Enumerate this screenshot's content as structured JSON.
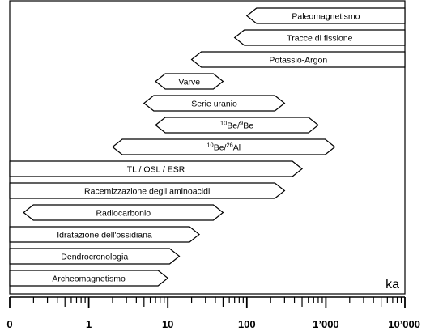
{
  "chart_data": {
    "type": "bar",
    "orientation": "horizontal",
    "x_scale": "log",
    "xlabel": "ka",
    "xlim": [
      0,
      10000
    ],
    "x_ticks": [
      "0",
      "1",
      "10",
      "100",
      "1’000",
      "10’000"
    ],
    "grid": false,
    "legend": "none",
    "series": [
      {
        "label": "Paleomagnetismo",
        "range_ka": [
          100,
          10000
        ],
        "left_end": "arrow",
        "right_end": "flat"
      },
      {
        "label": "Tracce di fissione",
        "range_ka": [
          70,
          10000
        ],
        "left_end": "arrow",
        "right_end": "flat"
      },
      {
        "label": "Potassio-Argon",
        "range_ka": [
          20,
          10000
        ],
        "left_end": "arrow",
        "right_end": "flat"
      },
      {
        "label": "Varve",
        "range_ka": [
          7,
          50
        ],
        "left_end": "arrow",
        "right_end": "arrow"
      },
      {
        "label": "Serie uranio",
        "range_ka": [
          5,
          300
        ],
        "left_end": "arrow",
        "right_end": "arrow"
      },
      {
        "label": "10Be/9Be",
        "label_rich": [
          [
            "",
            "10"
          ],
          [
            "Be/",
            ""
          ],
          [
            "",
            "9"
          ],
          [
            "Be",
            ""
          ]
        ],
        "range_ka": [
          7,
          800
        ],
        "left_end": "arrow",
        "right_end": "arrow"
      },
      {
        "label": "10Be/26Al",
        "label_rich": [
          [
            "",
            "10"
          ],
          [
            "Be/",
            ""
          ],
          [
            "",
            "26"
          ],
          [
            "Al",
            ""
          ]
        ],
        "range_ka": [
          2,
          1300
        ],
        "left_end": "arrow",
        "right_end": "arrow"
      },
      {
        "label": "TL / OSL / ESR",
        "range_ka": [
          0,
          500
        ],
        "left_end": "flat",
        "right_end": "arrow"
      },
      {
        "label": "Racemizzazione degli aminoacidi",
        "range_ka": [
          0,
          300
        ],
        "left_end": "flat",
        "right_end": "arrow"
      },
      {
        "label": "Radiocarbonio",
        "range_ka": [
          0.15,
          50
        ],
        "left_end": "arrow",
        "right_end": "arrow"
      },
      {
        "label": "Idratazione dell'ossidiana",
        "range_ka": [
          0,
          25
        ],
        "left_end": "flat",
        "right_end": "arrow"
      },
      {
        "label": "Dendrocronologia",
        "range_ka": [
          0,
          14
        ],
        "left_end": "flat",
        "right_end": "arrow"
      },
      {
        "label": "Archeomagnetismo",
        "range_ka": [
          0,
          10
        ],
        "left_end": "flat",
        "right_end": "arrow"
      }
    ]
  }
}
